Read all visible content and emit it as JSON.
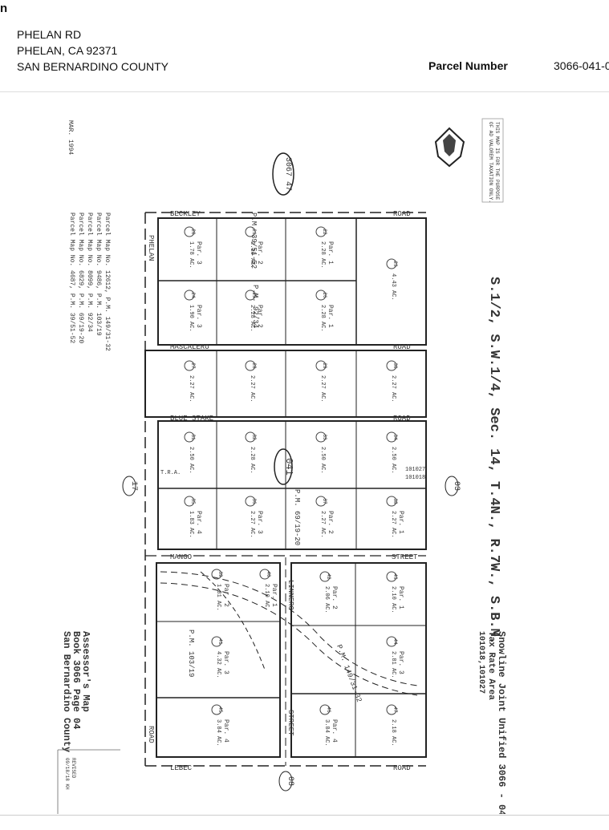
{
  "header": {
    "corner": "n",
    "street": "PHELAN RD",
    "city": "PHELAN, CA 92371",
    "county": "SAN BERNARDINO COUNTY",
    "parcel_label": "Parcel Number",
    "parcel_value": "3066-041-0"
  },
  "map": {
    "section_title": "S.1/2, S.W.1/4, Sec. 14, T.4N., R.7W., S.B.M.",
    "assessor_title": "Assessor's Map",
    "book_page": "Book 3066 Page 04",
    "county_line": "San Bernardino County",
    "district": "Snowline Joint Unified 3066 - 04",
    "tax_rate_label": "Tax Rate Area",
    "tax_rate_codes": "101018,101027",
    "date": "MAR. 1994",
    "disclaimer_1": "THIS MAP IS FOR THE PURPOSE",
    "disclaimer_2": "OF AD VALOREM TAXATION ONLY.",
    "parcel_maps": [
      "Parcel Map No. 12612, P.M. 149/31-32",
      "Parcel Map No. 9486, P.M. 103/19",
      "Parcel Map No. 8099, P.M. 92/34",
      "Parcel Map No. 6829, P.M. 69/19-20",
      "Parcel Map No. 4687, P.M. 39/51-52"
    ],
    "book_circle": "3067 47",
    "page_circle": "041",
    "adjacent_left": "17",
    "adjacent_right": "03",
    "adjacent_bottom": "08",
    "tra_left": "T.R.A.",
    "tra_right_top": "101027",
    "tra_right_bottom": "101018",
    "stamp_1": "REVISED",
    "stamp_2": "09/18/18 KH",
    "roads": {
      "beckley": "BECKLEY",
      "mascalero": "MASCALERO",
      "blue_stake": "BLUE STAKE",
      "mango": "MANGO",
      "street": "STREET",
      "road": "ROAD",
      "linnero": "LINNERO",
      "phelan": "PHELAN",
      "lebec": "LEBEC"
    },
    "pm_labels": [
      "P.M. 39/51-52",
      "P.M. 92/34",
      "P.M. 69/19-20",
      "P.M. 103/19",
      "P.M. 149/31-32"
    ],
    "parcels": [
      {
        "num": "20",
        "par": "Par. 3",
        "ac": "1.78 AC."
      },
      {
        "num": "21",
        "par": "Par. 2",
        "ac": "2.10 AC."
      },
      {
        "num": "22",
        "par": "Par. 1",
        "ac": "2.28 AC."
      },
      {
        "num": "23",
        "par": "",
        "ac": "4.43 AC."
      },
      {
        "num": "24",
        "par": "Par. 3",
        "ac": "1.90 AC."
      },
      {
        "num": "25",
        "par": "Par. 2",
        "ac": "2.28 AC."
      },
      {
        "num": "26",
        "par": "Par. 1",
        "ac": "2.28 AC."
      },
      {
        "num": "27",
        "par": "",
        "ac": "2.27 AC."
      },
      {
        "num": "28",
        "par": "",
        "ac": "2.27 AC."
      },
      {
        "num": "29",
        "par": "",
        "ac": "2.27 AC."
      },
      {
        "num": "30",
        "par": "",
        "ac": "2.27 AC."
      },
      {
        "num": "31",
        "par": "",
        "ac": "2.50 AC."
      },
      {
        "num": "32",
        "par": "",
        "ac": "2.28 AC."
      },
      {
        "num": "33",
        "par": "",
        "ac": "2.50 AC."
      },
      {
        "num": "34",
        "par": "",
        "ac": "2.50 AC."
      },
      {
        "num": "35",
        "par": "Par. 4",
        "ac": "1.83 AC."
      },
      {
        "num": "36",
        "par": "Par. 3",
        "ac": "2.27 AC."
      },
      {
        "num": "37",
        "par": "Par. 2",
        "ac": "2.27 AC."
      },
      {
        "num": "38",
        "par": "Par. 1",
        "ac": "2.27 AC."
      },
      {
        "num": "39",
        "par": "Par. 2",
        "ac": "1.81 AC."
      },
      {
        "num": "40",
        "par": "Par. 1",
        "ac": "2.10 AC."
      },
      {
        "num": "41",
        "par": "Par. 3",
        "ac": "4.32 AC."
      },
      {
        "num": "42",
        "par": "Par. 2",
        "ac": "2.06 AC."
      },
      {
        "num": "43",
        "par": "Par. 1",
        "ac": "2.10 AC."
      },
      {
        "num": "44",
        "par": "Par. 3",
        "ac": "2.81 AC."
      },
      {
        "num": "45",
        "par": "Par. 4",
        "ac": "3.84 AC."
      },
      {
        "num": "46",
        "par": "Par. 4",
        "ac": "3.84 AC."
      },
      {
        "num": "47",
        "par": "",
        "ac": "2.18 AC."
      }
    ]
  }
}
